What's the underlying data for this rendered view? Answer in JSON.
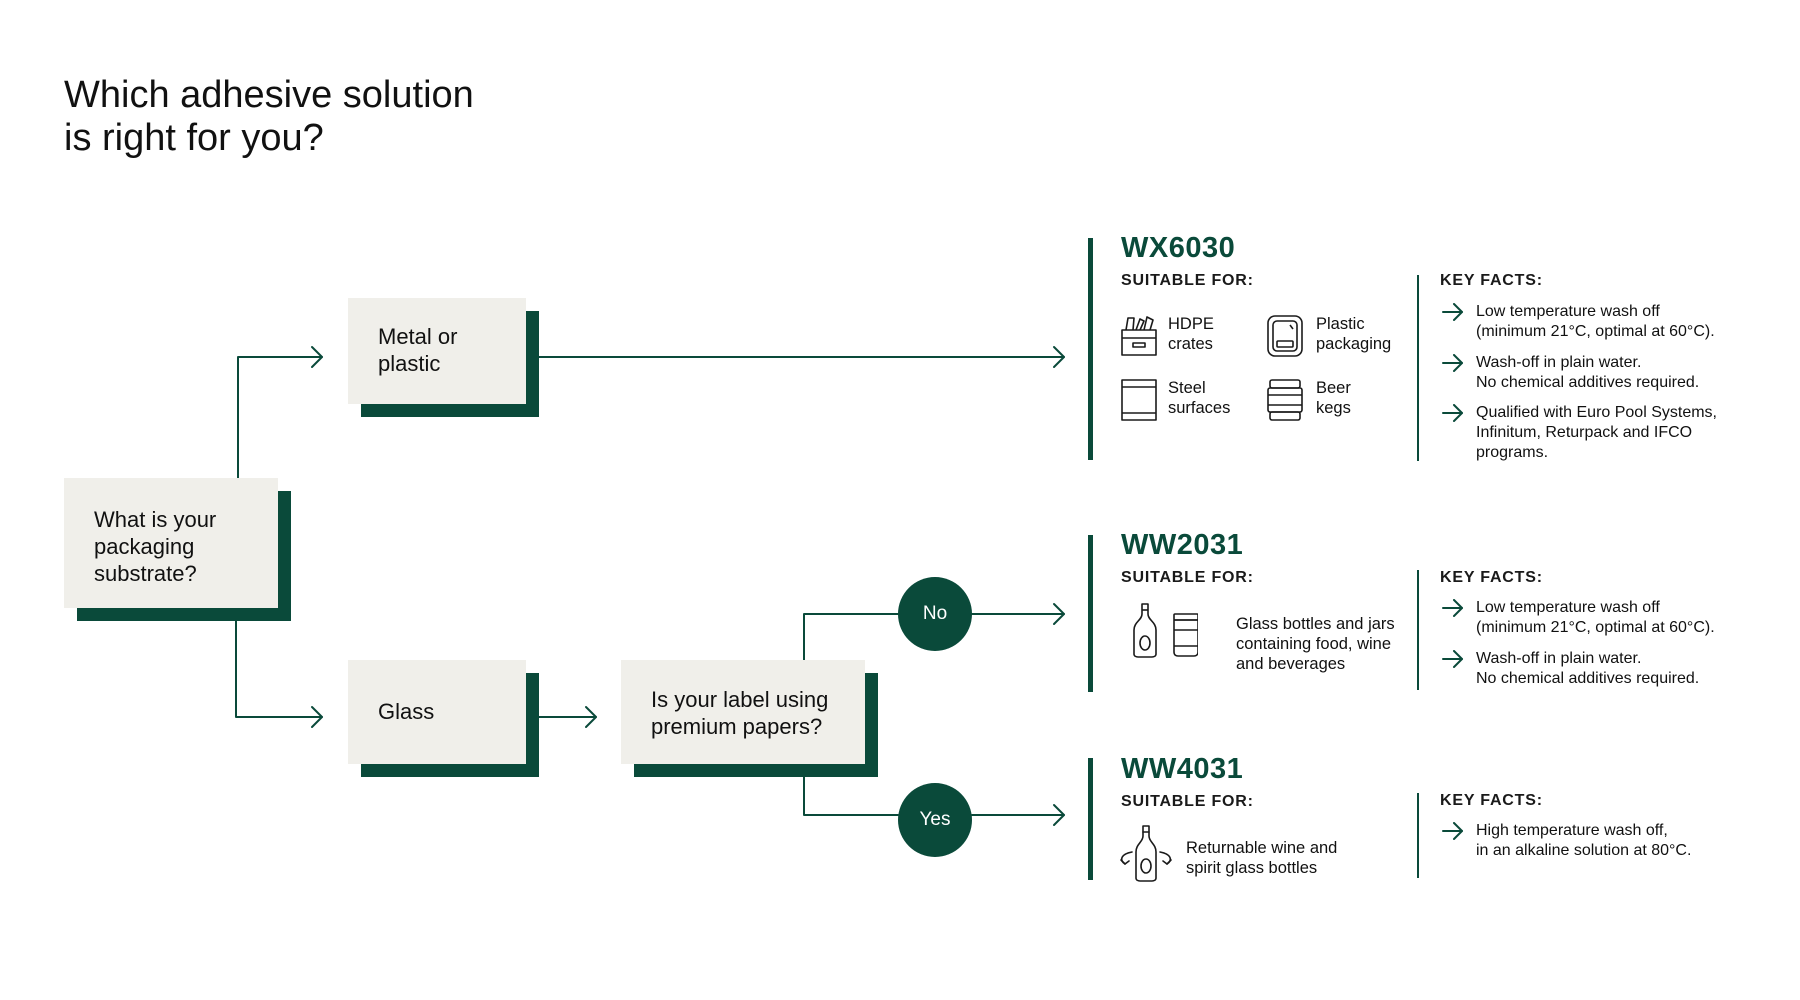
{
  "title": [
    "Which adhesive solution",
    "is right for you?"
  ],
  "colors": {
    "accent": "#0a4a3a",
    "box_fill": "#f0efea"
  },
  "nodes": {
    "start": [
      "What is your",
      "packaging",
      "substrate?"
    ],
    "metal_plastic": [
      "Metal or",
      "plastic"
    ],
    "glass": [
      "Glass"
    ],
    "premium_question": [
      "Is your label using",
      "premium papers?"
    ]
  },
  "decisions": {
    "no": "No",
    "yes": "Yes"
  },
  "labels": {
    "suitable_for": "SUITABLE FOR:",
    "key_facts": "KEY FACTS:"
  },
  "products": [
    {
      "name": "WX6030",
      "suitable_items": [
        {
          "icon": "crate-icon",
          "lines": [
            "HDPE",
            "crates"
          ]
        },
        {
          "icon": "plastic-packaging-icon",
          "lines": [
            "Plastic",
            "packaging"
          ]
        },
        {
          "icon": "steel-surface-icon",
          "lines": [
            "Steel",
            "surfaces"
          ]
        },
        {
          "icon": "beer-keg-icon",
          "lines": [
            "Beer",
            "kegs"
          ]
        }
      ],
      "key_facts": [
        [
          "Low temperature wash off",
          "(minimum 21°C, optimal at 60°C)."
        ],
        [
          "Wash-off in plain water.",
          "No chemical additives required."
        ],
        [
          "Qualified with Euro Pool Systems,",
          "Infinitum, Returpack and IFCO",
          "programs."
        ]
      ]
    },
    {
      "name": "WW2031",
      "suitable_items": [
        {
          "icon": "glass-bottle-jar-icon",
          "lines": [
            "Glass bottles and jars",
            "containing food, wine",
            "and beverages"
          ]
        }
      ],
      "key_facts": [
        [
          "Low temperature wash off",
          "(minimum 21°C, optimal at 60°C)."
        ],
        [
          "Wash-off in plain water.",
          "No chemical additives required."
        ]
      ]
    },
    {
      "name": "WW4031",
      "suitable_items": [
        {
          "icon": "returnable-bottle-icon",
          "lines": [
            "Returnable wine and",
            "spirit glass bottles"
          ]
        }
      ],
      "key_facts": [
        [
          "High temperature wash off,",
          "in an alkaline solution at 80°C."
        ]
      ]
    }
  ]
}
